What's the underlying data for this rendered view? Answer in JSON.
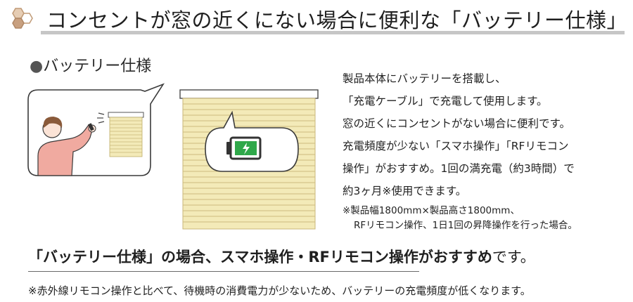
{
  "header": {
    "title": "コンセントが窓の近くにない場合に便利な「バッテリー仕様」",
    "logo_icon": "honeycomb-hexagons-icon",
    "logo_colors": [
      "#c8a98a",
      "#e2c9b0",
      "#ffffff"
    ]
  },
  "section": {
    "bullet": "●",
    "title": "バッテリー仕様"
  },
  "illustration": {
    "battery_icon": "charging-battery-icon",
    "battery_color": "#2fa84a",
    "blind_color": "#f3eab8",
    "person_color": "#f0aaa0"
  },
  "description": {
    "lines": [
      "製品本体にバッテリーを搭載し、",
      "「充電ケーブル」で充電して使用します。",
      "窓の近くにコンセントがない場合に便利です。",
      "充電頻度が少ない「スマホ操作」「RFリモコン",
      "操作」がおすすめ。1回の満充電（約3時間）で",
      "約3ヶ月※使用できます。"
    ],
    "notes": [
      "※製品幅1800mm×製品高さ1800mm、",
      "RFリモコン操作、1日1回の昇降操作を行った場合。"
    ]
  },
  "recommendation": {
    "heading_bold": "「バッテリー仕様」の場合、スマホ操作・RFリモコン操作がおすすめ",
    "heading_light": "です。"
  },
  "footnote": "※赤外線リモコン操作と比べて、待機時の消費電力が少ないため、バッテリーの充電頻度が低くなります。"
}
